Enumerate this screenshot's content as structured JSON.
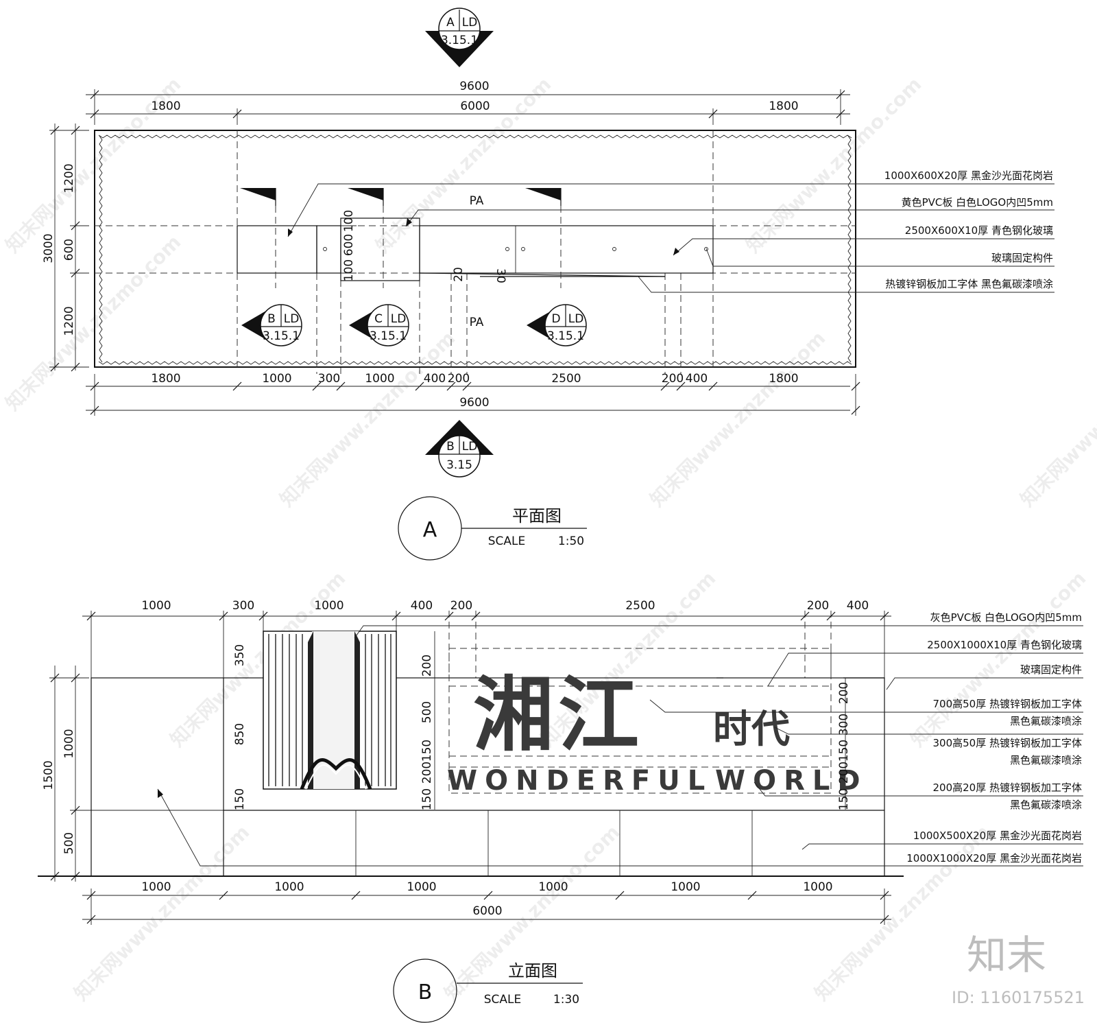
{
  "section_marks": {
    "top": {
      "letter": "A",
      "sheet": "LD",
      "ref": "3.15.1"
    },
    "bottom": {
      "letter": "B",
      "sheet": "LD",
      "ref": "3.15"
    },
    "plan_b": {
      "letter": "B",
      "sheet": "LD",
      "ref": "3.15.1"
    },
    "plan_c": {
      "letter": "C",
      "sheet": "LD",
      "ref": "3.15.1"
    },
    "plan_d": {
      "letter": "D",
      "sheet": "LD",
      "ref": "3.15.1"
    }
  },
  "plan": {
    "title_letter": "A",
    "title": "平面图",
    "scale_label": "SCALE",
    "scale": "1:50",
    "dim_total_top": "9600",
    "dims_top": [
      "1800",
      "6000",
      "1800"
    ],
    "dims_bottom": [
      "1800",
      "1000",
      "300",
      "1000",
      "400",
      "200",
      "2500",
      "200",
      "400",
      "1800"
    ],
    "dim_total_bottom": "9600",
    "dims_left_total": "3000",
    "dims_left": [
      "1200",
      "600",
      "1200"
    ],
    "dims_inner_vertical": [
      "100",
      "600",
      "100"
    ],
    "dims_inner_small": [
      "20",
      "30"
    ],
    "pa_labels": [
      "PA",
      "PA"
    ],
    "notes": [
      "1000X600X20厚 黑金沙光面花岗岩",
      "黄色PVC板 白色LOGO内凹5mm",
      "2500X600X10厚 青色钢化玻璃",
      "玻璃固定构件",
      "热镀锌钢板加工字体 黑色氟碳漆喷涂"
    ]
  },
  "elevation": {
    "title_letter": "B",
    "title": "立面图",
    "scale_label": "SCALE",
    "scale": "1:30",
    "dims_top": [
      "1000",
      "300",
      "1000",
      "400",
      "200",
      "2500",
      "200",
      "400"
    ],
    "dims_bottom": [
      "1000",
      "1000",
      "1000",
      "1000",
      "1000",
      "1000"
    ],
    "dim_total_bottom": "6000",
    "dims_left_outer": "1500",
    "dims_left": [
      "1000",
      "500"
    ],
    "dims_panel": [
      "350",
      "850",
      "150"
    ],
    "dims_glass_left": [
      "200",
      "500",
      "150",
      "200",
      "150"
    ],
    "dims_glass_right": [
      "200",
      "300",
      "150",
      "200",
      "150"
    ],
    "logo_cn_main": "湘江",
    "logo_cn_sub": "时代",
    "logo_en_1": "WONDERFUL",
    "logo_en_2": "WORLD",
    "notes": [
      "灰色PVC板 白色LOGO内凹5mm",
      "2500X1000X10厚 青色钢化玻璃",
      "玻璃固定构件",
      "700高50厚 热镀锌钢板加工字体",
      "黑色氟碳漆喷涂",
      "300高50厚 热镀锌钢板加工字体",
      "黑色氟碳漆喷涂",
      "200高20厚 热镀锌钢板加工字体",
      "黑色氟碳漆喷涂",
      "1000X500X20厚 黑金沙光面花岗岩",
      "1000X1000X20厚 黑金沙光面花岗岩"
    ]
  },
  "brand": {
    "logo_text": "知末",
    "id_text": "ID: 1160175521",
    "watermark": "知末网www.znzmo.com"
  }
}
